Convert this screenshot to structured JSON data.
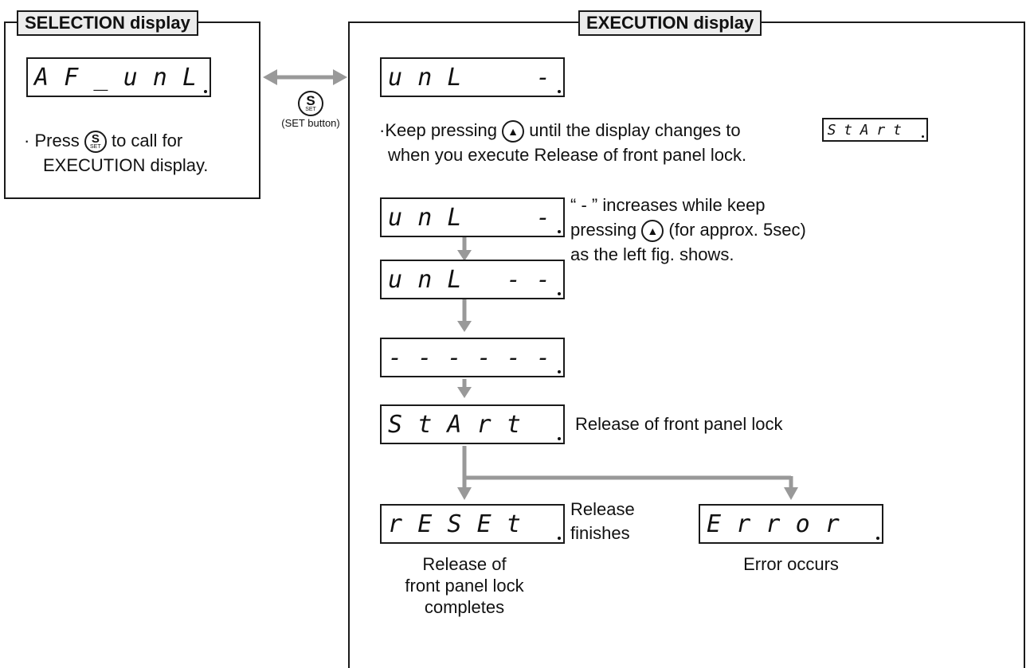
{
  "selection": {
    "title": "SELECTION display",
    "display_chars": [
      "A",
      "F",
      "_",
      "u",
      "n",
      "L"
    ],
    "press_prefix": "Press",
    "button_letter": "S",
    "button_sub": "SET",
    "press_suffix": "to call for",
    "press_line2": "EXECUTION display."
  },
  "set_button": {
    "letter": "S",
    "sub": "SET",
    "label": "(SET button)"
  },
  "execution": {
    "title": "EXECUTION display",
    "display1_chars": [
      "u",
      "n",
      "L",
      "",
      "",
      "-"
    ],
    "instruction_prefix": "Keep pressing",
    "instruction_mid": "until the display changes to",
    "instruction_line2": "when you execute Release of front panel lock.",
    "inline_display_chars": [
      "S",
      "t",
      "A",
      "r",
      "t",
      ""
    ],
    "display2_chars": [
      "u",
      "n",
      "L",
      "",
      "",
      "-"
    ],
    "display3_chars": [
      "u",
      "n",
      "L",
      "",
      "-",
      "-"
    ],
    "increase_line1": "“ - ” increases while keep",
    "increase_line2_prefix": "pressing",
    "increase_line2_suffix": "(for approx. 5sec)",
    "increase_line3": "as the left fig. shows.",
    "display4_chars": [
      "-",
      "-",
      "-",
      "-",
      "-",
      "-"
    ],
    "display5_chars": [
      "S",
      "t",
      "A",
      "r",
      "t",
      ""
    ],
    "release_label": "Release of front panel lock",
    "display6_chars": [
      "r",
      "E",
      "S",
      "E",
      "t",
      ""
    ],
    "release_finishes_line1": "Release",
    "release_finishes_line2": "finishes",
    "display7_chars": [
      "E",
      "r",
      "r",
      "o",
      "r",
      ""
    ],
    "complete_line1": "Release of",
    "complete_line2": "front panel lock",
    "complete_line3": "completes",
    "error_label": "Error occurs",
    "up_symbol": "▲"
  },
  "colors": {
    "line": "#1a1a1a",
    "arrow": "#999999",
    "tab_bg": "#ececec"
  }
}
